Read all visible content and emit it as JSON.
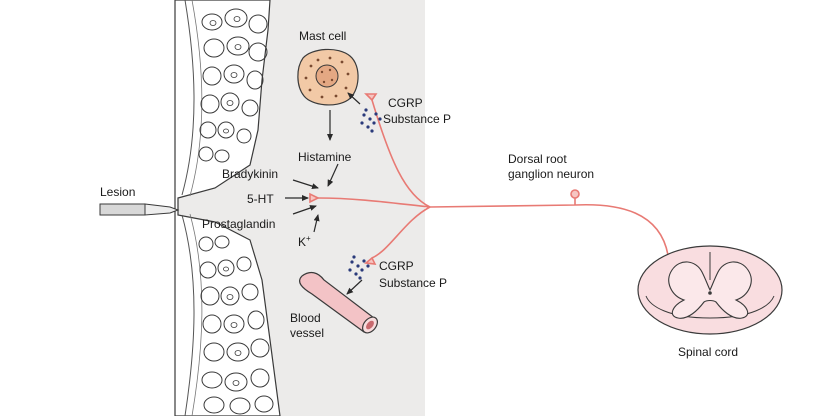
{
  "labels": {
    "lesion": "Lesion",
    "mast_cell": "Mast cell",
    "cgrp_top": "CGRP",
    "substance_p_top": "Substance P",
    "histamine": "Histamine",
    "bradykinin": "Bradykinin",
    "five_ht": "5-HT",
    "prostaglandin": "Prostaglandin",
    "k_ion": "K",
    "k_ion_sup": "+",
    "cgrp_bottom": "CGRP",
    "substance_p_bottom": "Substance P",
    "blood_vessel_line1": "Blood",
    "blood_vessel_line2": "vessel",
    "dorsal_root_line1": "Dorsal root",
    "dorsal_root_line2": "ganglion neuron",
    "spinal_cord": "Spinal cord"
  },
  "colors": {
    "neuron": "#e87a74",
    "tissue_bg": "#ecebea",
    "skin_outline": "#3a3a3a",
    "mast_cell_fill": "#f2c9a6",
    "vessel_fill": "#f3c3c6",
    "spinal_cord_fill": "#f9dde0",
    "dots": "#2a3a7a"
  }
}
